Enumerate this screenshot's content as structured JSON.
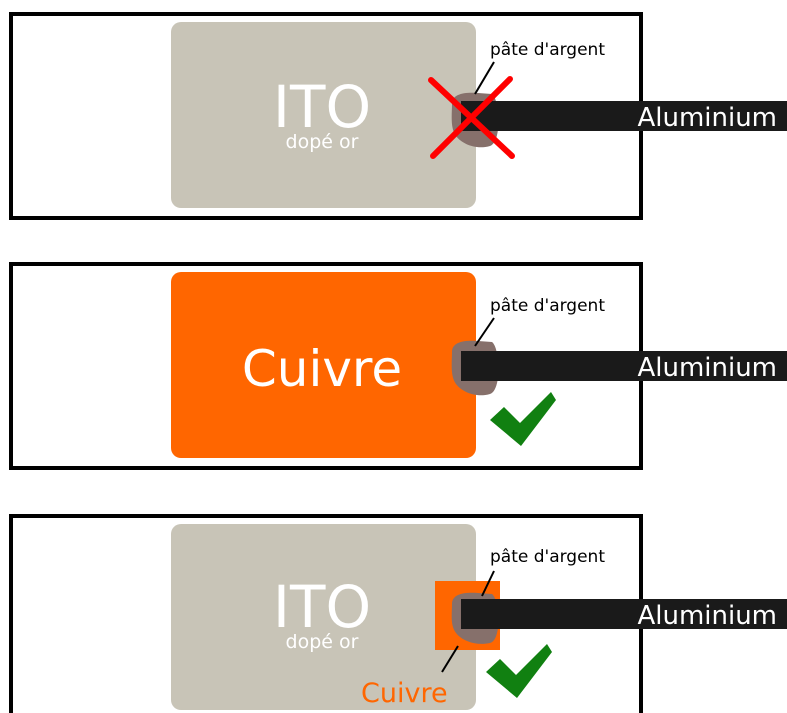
{
  "colors": {
    "frame": "#000000",
    "ito": "#c8c4b7",
    "copper": "#ff6600",
    "aluminium_bar": "#1a1a1a",
    "silver_paste": "#86706b",
    "cross": "#ff0000",
    "check": "#118011",
    "text_light": "#ffffff",
    "text_dark": "#000000"
  },
  "panels": [
    {
      "substrate_label": "ITO",
      "substrate_sublabel": "dopé or",
      "paste_label": "pâte d'argent",
      "bar_label": "Aluminium",
      "result_icon": "cross-icon"
    },
    {
      "substrate_label": "Cuivre",
      "paste_label": "pâte d'argent",
      "bar_label": "Aluminium",
      "result_icon": "check-icon"
    },
    {
      "substrate_label": "ITO",
      "substrate_sublabel": "dopé or",
      "paste_label": "pâte d'argent",
      "bar_label": "Aluminium",
      "pad_label": "Cuivre",
      "result_icon": "check-icon"
    }
  ]
}
